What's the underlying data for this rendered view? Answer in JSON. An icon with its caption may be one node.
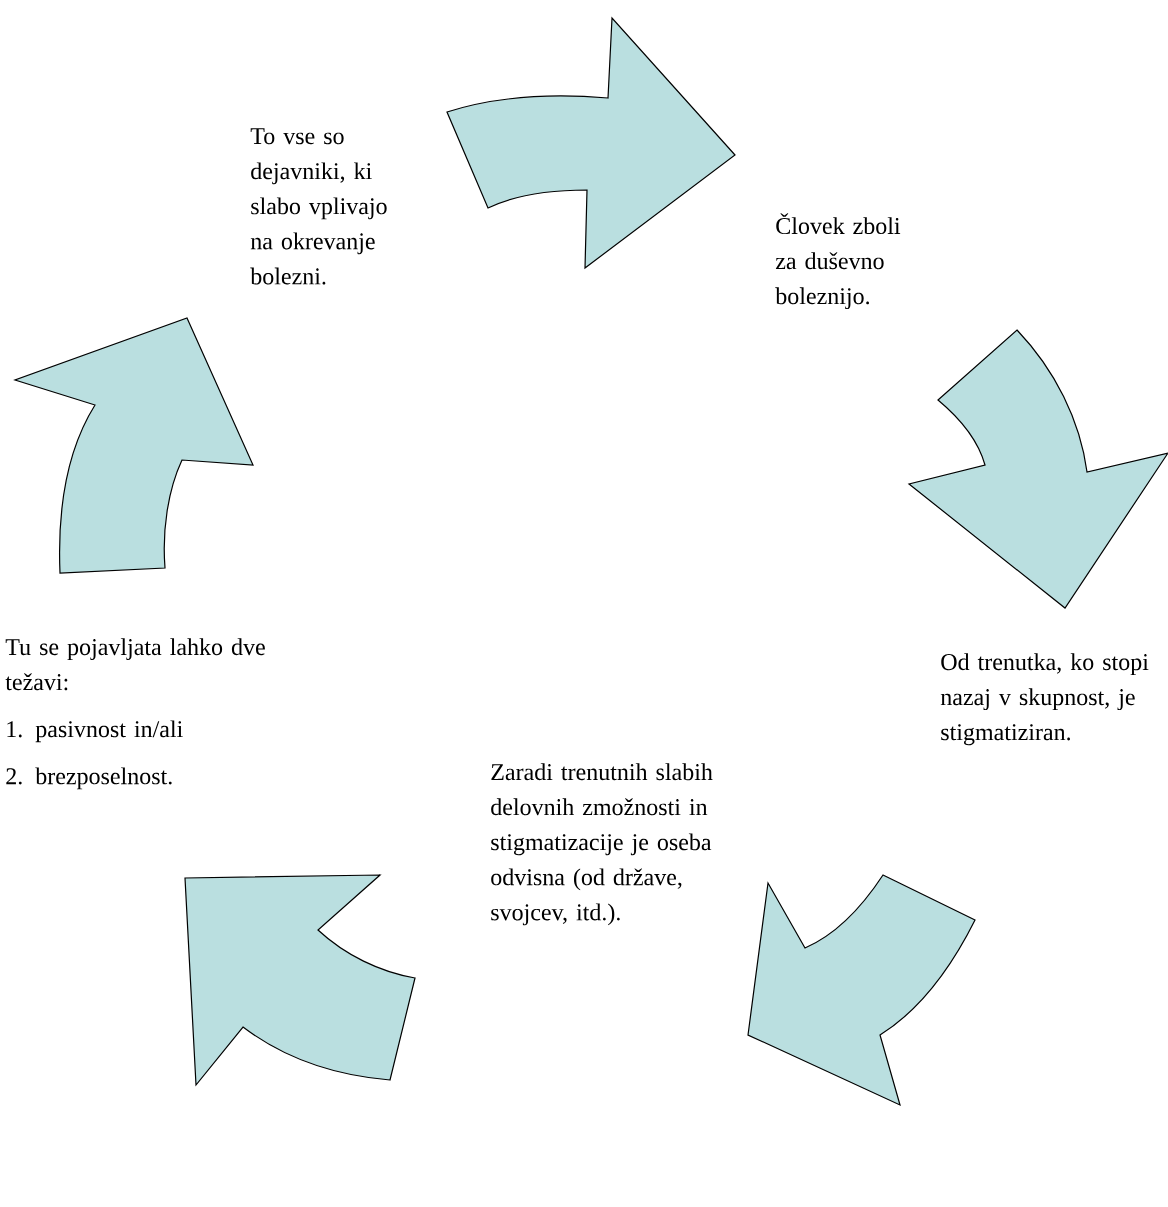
{
  "diagram": {
    "nodes": [
      {
        "text": [
          "To vse so dejavniki, ki slabo vplivajo na okrevanje bolezni."
        ]
      },
      {
        "text": [
          "Človek zboli za duševno boleznijo."
        ]
      },
      {
        "text": [
          "Tu se pojavljata lahko dve težavi:",
          "1. pasivnost in/ali",
          "2. brezposelnost."
        ]
      },
      {
        "text": [
          "Od trenutka, ko stopi nazaj v skupnost, je stigmatiziran."
        ]
      },
      {
        "text": [
          "Zaradi trenutnih slabih delovnih zmožnosti in stigmatizacije je oseba odvisna (od države, svojcev, itd.)."
        ]
      }
    ],
    "edges": [
      {
        "from": 0,
        "to": 1,
        "arrow": "to"
      },
      {
        "from": 1,
        "to": 3,
        "arrow": "to"
      },
      {
        "from": 3,
        "to": 4,
        "arrow": "to"
      },
      {
        "from": 4,
        "to": 2,
        "arrow": "to"
      },
      {
        "from": 2,
        "to": 0,
        "arrow": "to"
      }
    ]
  }
}
